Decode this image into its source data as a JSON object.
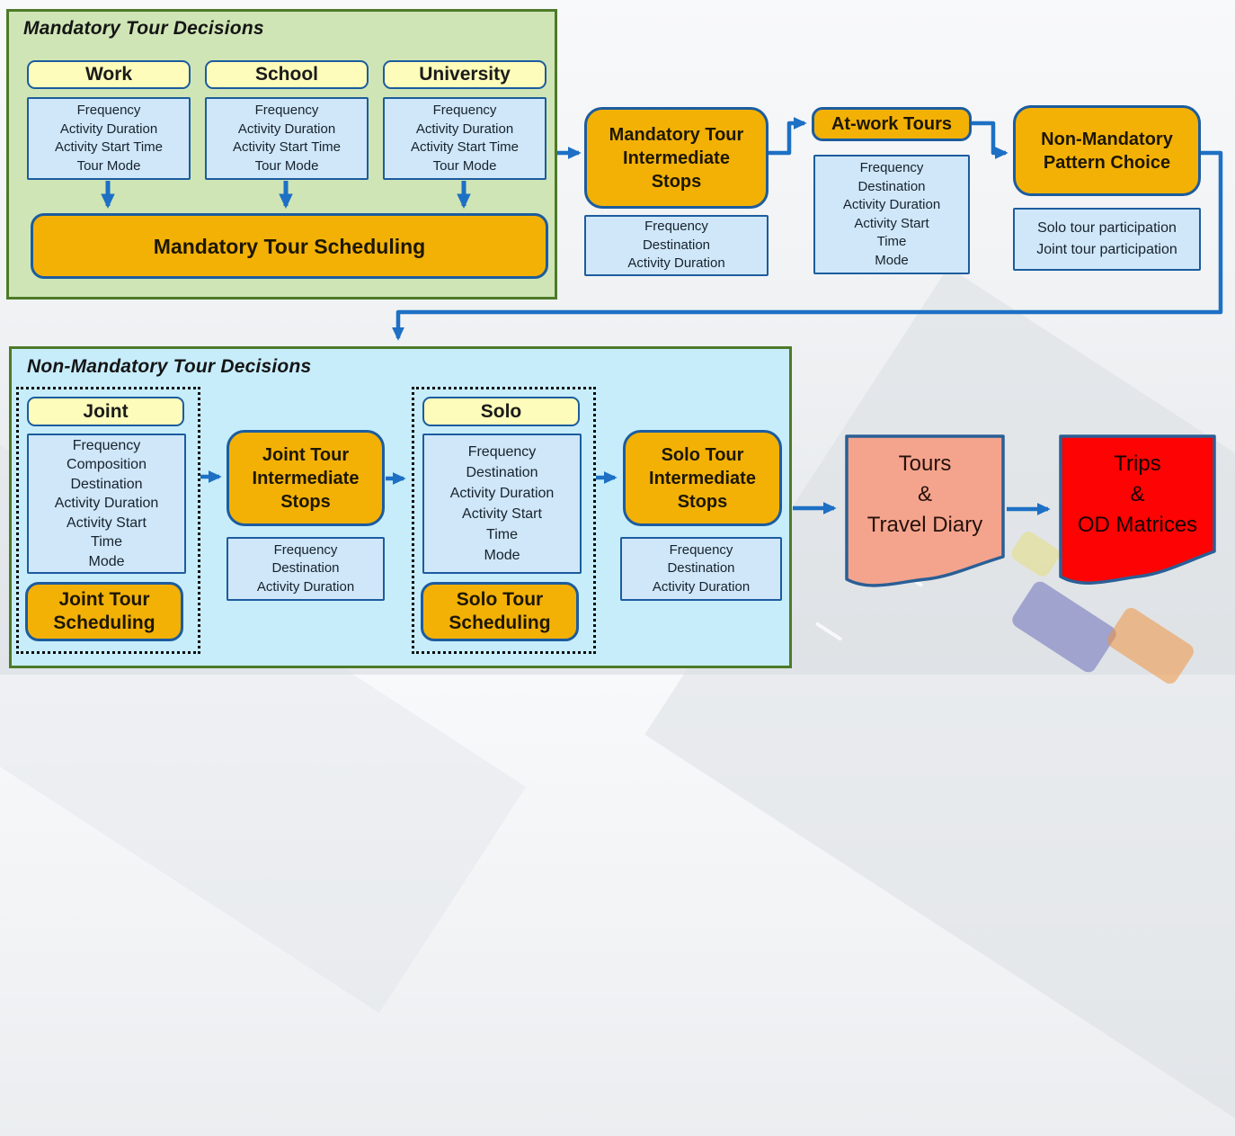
{
  "diagram": {
    "mandatory_section": {
      "title": "Mandatory Tour Decisions",
      "columns": [
        {
          "header": "Work",
          "attributes": [
            "Frequency",
            "Activity Duration",
            "Activity Start Time",
            "Tour Mode"
          ]
        },
        {
          "header": "School",
          "attributes": [
            "Frequency",
            "Activity Duration",
            "Activity Start Time",
            "Tour Mode"
          ]
        },
        {
          "header": "University",
          "attributes": [
            "Frequency",
            "Activity Duration",
            "Activity Start Time",
            "Tour Mode"
          ]
        }
      ],
      "scheduling_label": "Mandatory Tour Scheduling"
    },
    "mandatory_chain": {
      "intermediate_stops": {
        "label": "Mandatory Tour Intermediate Stops",
        "attributes": [
          "Frequency",
          "Destination",
          "Activity Duration"
        ]
      },
      "at_work_tours": {
        "label": "At-work Tours",
        "attributes": [
          "Frequency",
          "Destination",
          "Activity Duration",
          "Activity Start",
          "Time",
          "Mode"
        ]
      },
      "pattern_choice": {
        "label": "Non-Mandatory Pattern Choice",
        "attributes": [
          "Solo tour participation",
          "Joint tour participation"
        ]
      }
    },
    "non_mandatory_section": {
      "title": "Non-Mandatory Tour Decisions",
      "joint": {
        "header": "Joint",
        "attributes": [
          "Frequency",
          "Composition",
          "Destination",
          "Activity Duration",
          "Activity Start",
          "Time",
          "Mode"
        ],
        "scheduling_label": "Joint Tour Scheduling"
      },
      "joint_stops": {
        "label": "Joint Tour Intermediate Stops",
        "attributes": [
          "Frequency",
          "Destination",
          "Activity Duration"
        ]
      },
      "solo": {
        "header": "Solo",
        "attributes": [
          "Frequency",
          "Destination",
          "Activity Duration",
          "Activity Start",
          "Time",
          "Mode"
        ],
        "scheduling_label": "Solo Tour Scheduling"
      },
      "solo_stops": {
        "label": "Solo Tour Intermediate Stops",
        "attributes": [
          "Frequency",
          "Destination",
          "Activity Duration"
        ]
      }
    },
    "outputs": {
      "tours_diary": {
        "lines": [
          "Tours",
          "&",
          "Travel Diary"
        ]
      },
      "trips_od": {
        "lines": [
          "Trips",
          "&",
          "OD Matrices"
        ]
      }
    },
    "colors": {
      "panel_green_fill": "#cfe5b5",
      "panel_green_border": "#4d7a28",
      "panel_cyan_fill": "#c7edfb",
      "pill_yellow_fill": "#fdfcba",
      "attr_blue_fill": "#cfe7f8",
      "box_border_blue": "#1c5c9e",
      "process_orange_fill": "#f3b106",
      "arrow_blue": "#1d70c4",
      "flag_salmon_fill": "#f4a48d",
      "flag_red_fill": "#fe0303"
    }
  }
}
